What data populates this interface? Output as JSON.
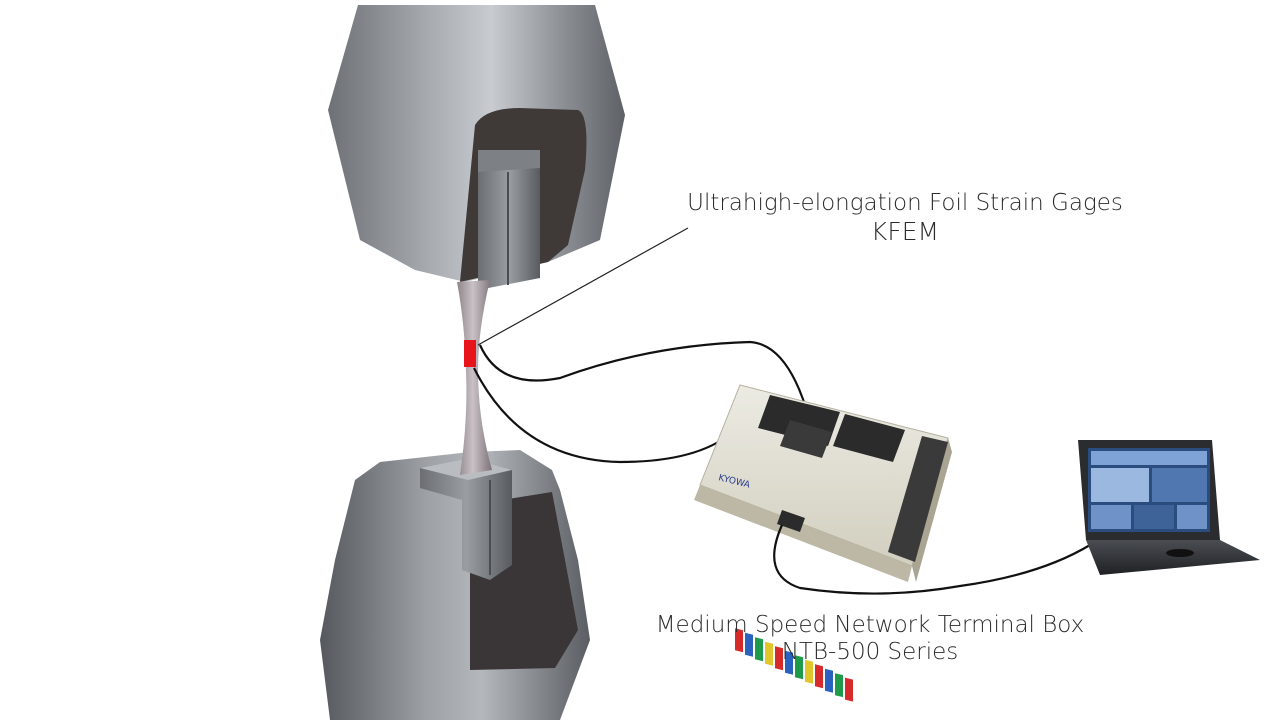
{
  "labels": {
    "gage_title": "Ultrahigh-elongation Foil Strain Gages",
    "gage_model": "KFEM",
    "ntb_title": "Medium Speed Network Terminal Box",
    "ntb_model": "NTB-500 Series",
    "brand": "KYOWA"
  },
  "colors": {
    "gage": "#e8141c",
    "grip": "#8c9095",
    "cable": "#111111",
    "box": "#ddd9c8",
    "screen": "#4f7fbf"
  },
  "icons": [
    "tensile-grip-icon",
    "specimen-icon",
    "strain-gage-icon",
    "terminal-box-icon",
    "laptop-icon",
    "cable-icon"
  ]
}
